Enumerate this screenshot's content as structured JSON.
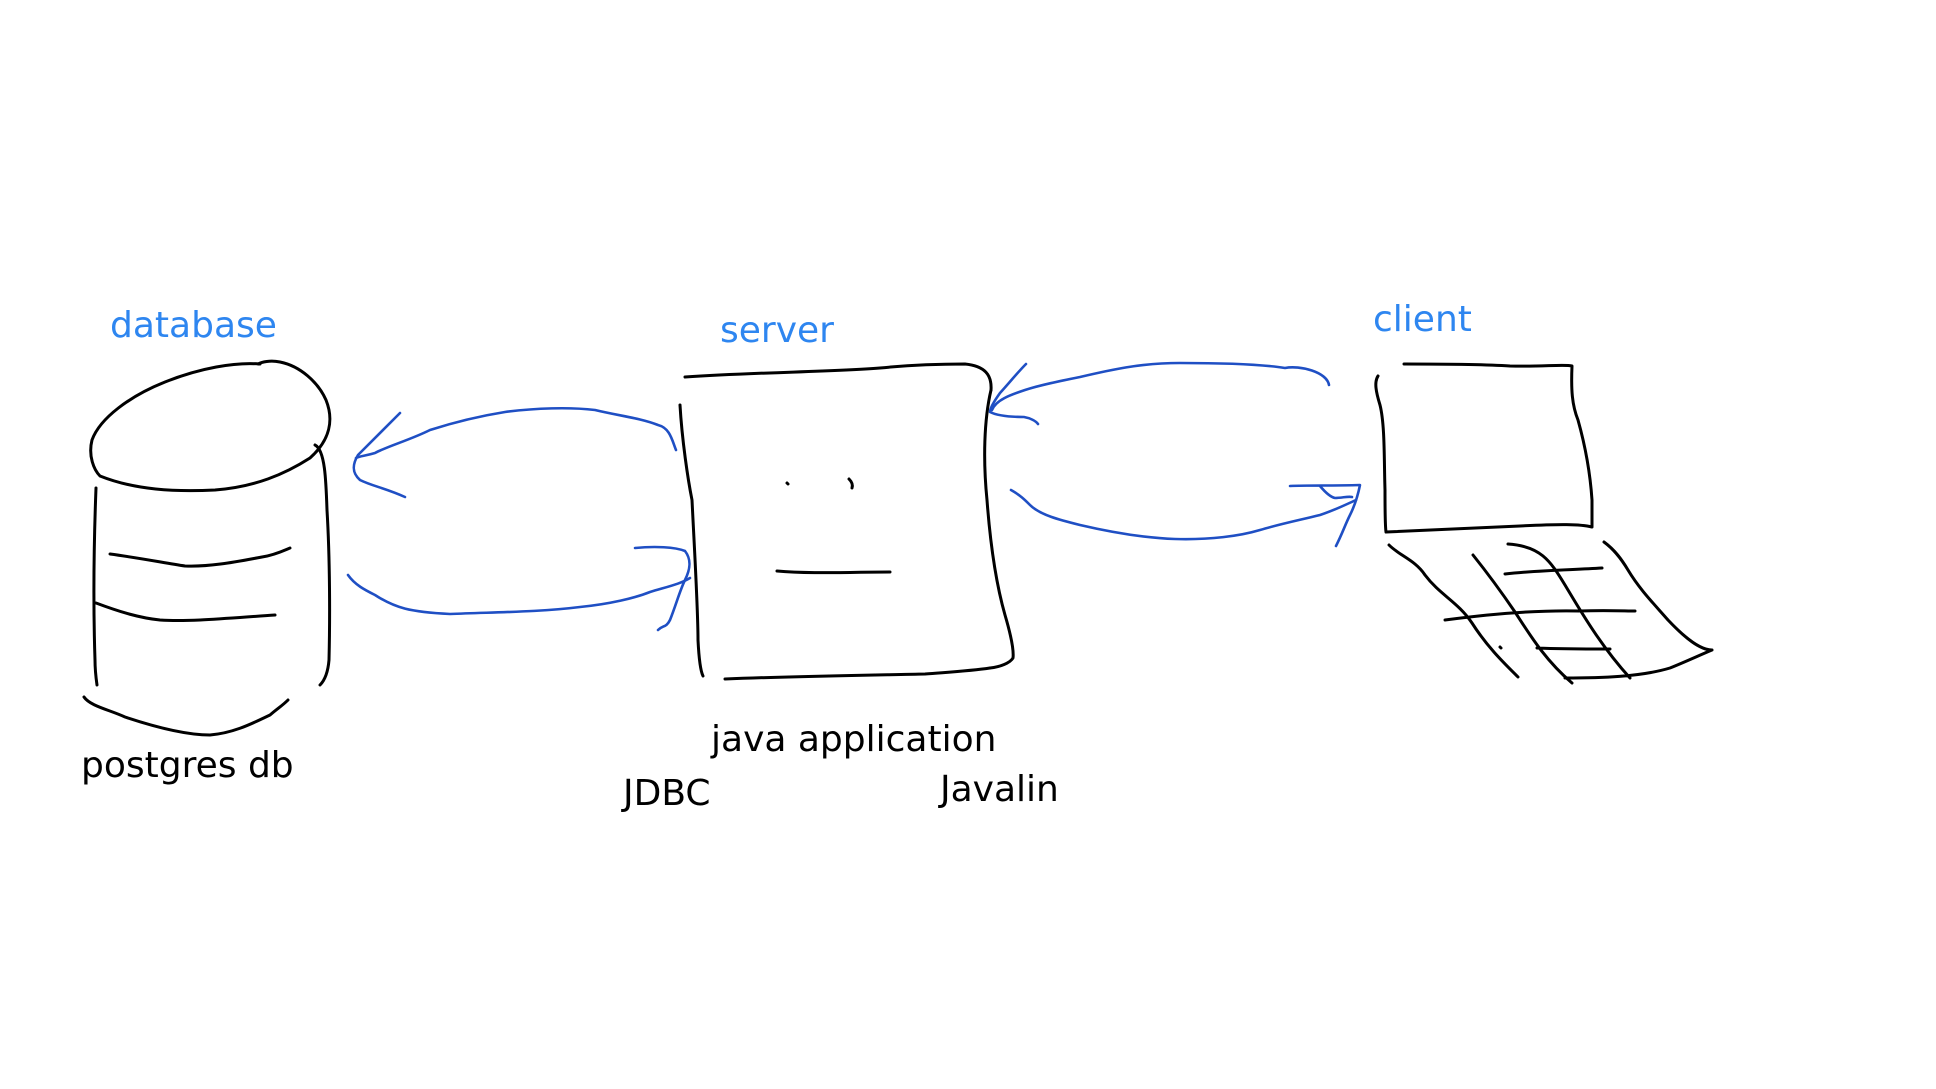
{
  "labels": {
    "database": "database",
    "server": "server",
    "client": "client",
    "postgres": "postgres db",
    "java_app": "java application",
    "jdbc": "JDBC",
    "javalin": "Javalin"
  },
  "colors": {
    "label_blue": "#2e86f0",
    "arrow_blue": "#1f4fc4",
    "ink": "#000000",
    "background": "#ffffff"
  },
  "icons": {
    "database": "database-cylinder-icon",
    "server": "server-box-icon",
    "client": "laptop-icon"
  }
}
